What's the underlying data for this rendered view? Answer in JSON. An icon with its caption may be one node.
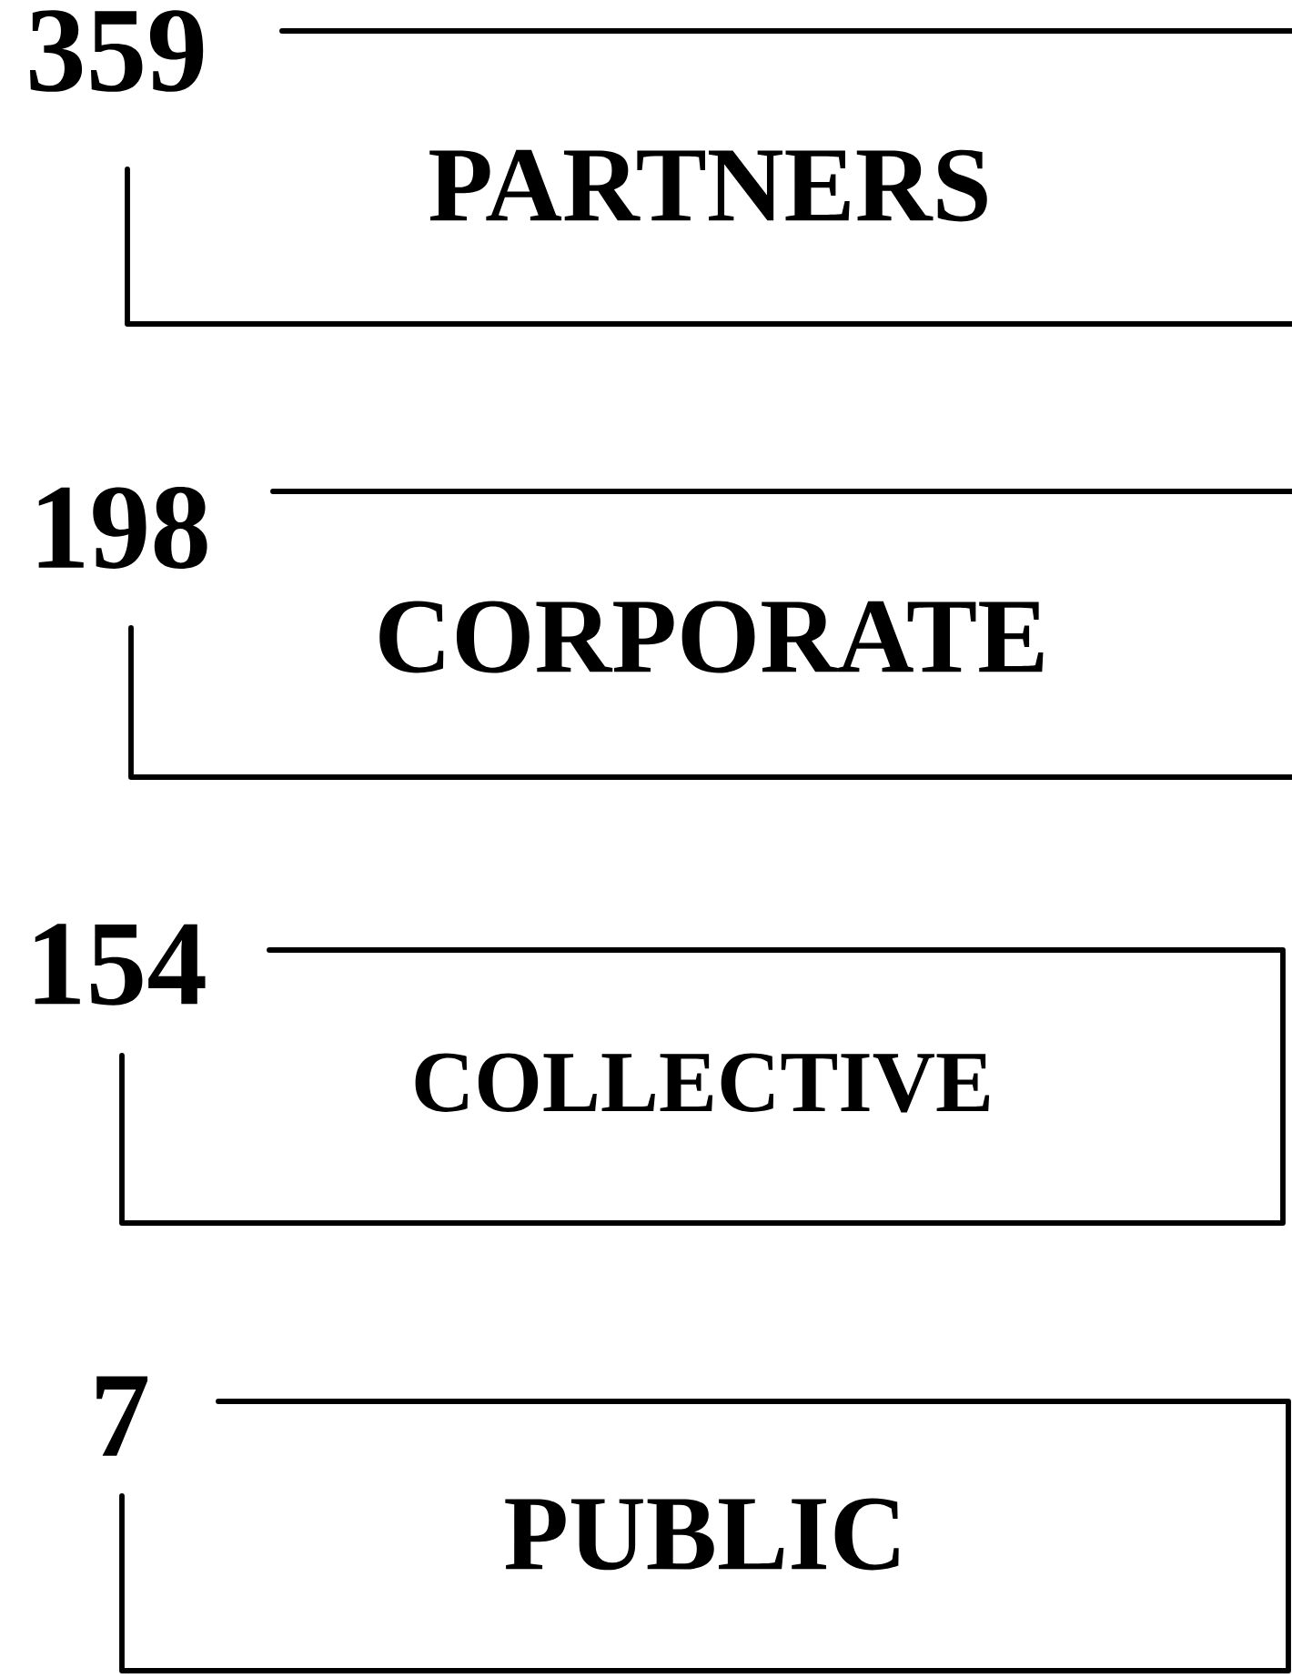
{
  "diagram": {
    "nodes": [
      {
        "text": [
          "359",
          "PARTNERS"
        ]
      },
      {
        "text": [
          "198",
          "CORPORATE"
        ]
      },
      {
        "text": [
          "154",
          "COLLECTIVE"
        ]
      },
      {
        "text": [
          "7",
          "PUBLIC"
        ]
      }
    ]
  }
}
